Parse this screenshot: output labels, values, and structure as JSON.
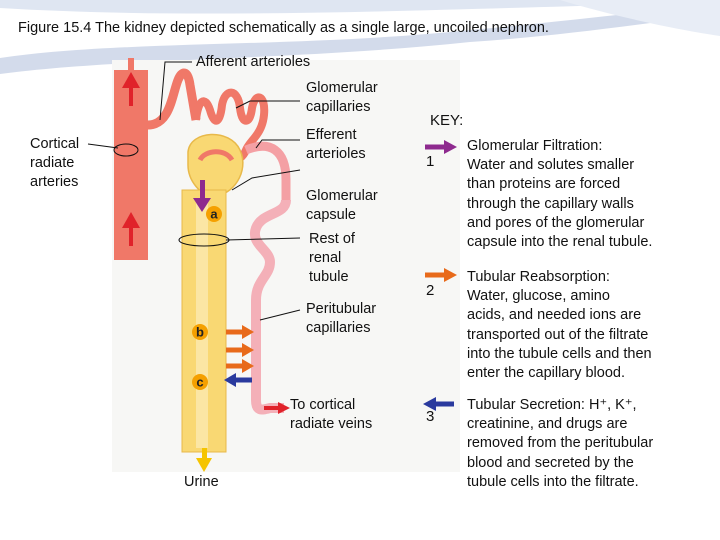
{
  "figure": {
    "title": "Figure 15.4 The kidney depicted schematically as a single large, uncoiled nephron."
  },
  "labels": {
    "afferent_arterioles": "Afferent arterioles",
    "glomerular_capillaries": [
      "Glomerular",
      "capillaries"
    ],
    "cortical_radiate_arteries": [
      "Cortical",
      "radiate",
      "arteries"
    ],
    "efferent_arterioles": [
      "Efferent",
      "arterioles"
    ],
    "glomerular_capsule": [
      "Glomerular",
      "capsule"
    ],
    "rest_of_renal_tubule": [
      "Rest of",
      "renal",
      "tubule"
    ],
    "peritubular_capillaries": [
      "Peritubular",
      "capillaries"
    ],
    "to_cortical_radiate_veins": [
      "To cortical",
      "radiate veins"
    ],
    "urine": "Urine",
    "letter_a": "a",
    "letter_b": "b",
    "letter_c": "c"
  },
  "key": {
    "title": "KEY:",
    "items": [
      {
        "number": "1",
        "color": "#8e2a8e",
        "lines": [
          "Glomerular Filtration:",
          "Water and solutes smaller",
          "than proteins are forced",
          "through the capillary walls",
          "and pores of the glomerular",
          "capsule into the renal tubule."
        ]
      },
      {
        "number": "2",
        "color": "#e86a1a",
        "lines": [
          "Tubular Reabsorption:",
          "Water, glucose, amino",
          "acids, and needed ions are",
          "transported out of the filtrate",
          "into the tubule cells and then",
          "enter the capillary blood."
        ]
      },
      {
        "number": "3",
        "color": "#2a3a9e",
        "lines": [
          "Tubular Secretion: H⁺, K⁺,",
          "creatinine, and drugs are",
          "removed from the peritubular",
          "blood and secreted by the",
          "tubule cells into the filtrate."
        ]
      }
    ]
  },
  "colors": {
    "artery": "#f07868",
    "tubule": "#f9d873",
    "vein_pink": "#f4b0b8",
    "arrow_red": "#e0222a"
  }
}
